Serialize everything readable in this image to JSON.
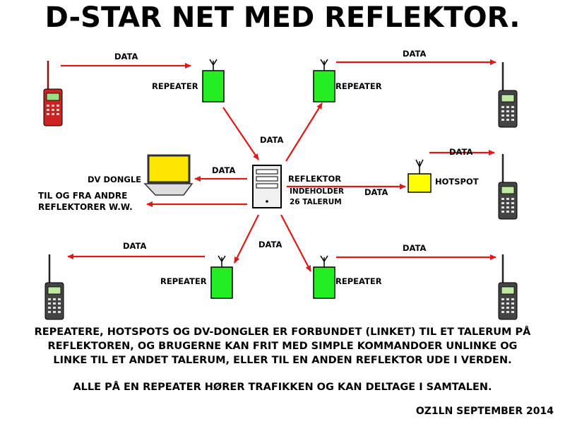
{
  "title": "D-STAR NET MED REFLEKTOR.",
  "labels": {
    "data": "DATA",
    "repeater": "REPEATER",
    "reflektor": "REFLEKTOR",
    "reflektor_sub1": "INDEHOLDER",
    "reflektor_sub2": "26 TALERUM",
    "hotspot": "HOTSPOT",
    "dv_dongle": "DV DONGLE",
    "other_reflectors_1": "TIL OG FRA ANDRE",
    "other_reflectors_2": "REFLEKTORER W.W."
  },
  "description": [
    "REPEATERE, HOTSPOTS OG DV-DONGLER ER FORBUNDET (LINKET) TIL ET TALERUM PÅ",
    "REFLEKTOREN, OG BRUGERNE KAN FRIT MED SIMPLE KOMMANDOER UNLINKE OG",
    "LINKE TIL ET ANDET TALERUM, ELLER TIL EN ANDEN REFLEKTOR UDE I VERDEN."
  ],
  "note": "ALLE PÅ EN REPEATER HØRER TRAFIKKEN OG KAN DELTAGE I SAMTALEN.",
  "footer": "OZ1LN SEPTEMBER 2014",
  "colors": {
    "arrow": "#e01818",
    "repeater": "#22ee22",
    "hotspot": "#ffff00",
    "laptop_screen": "#ffe600",
    "radio_red": "#cc2222"
  }
}
